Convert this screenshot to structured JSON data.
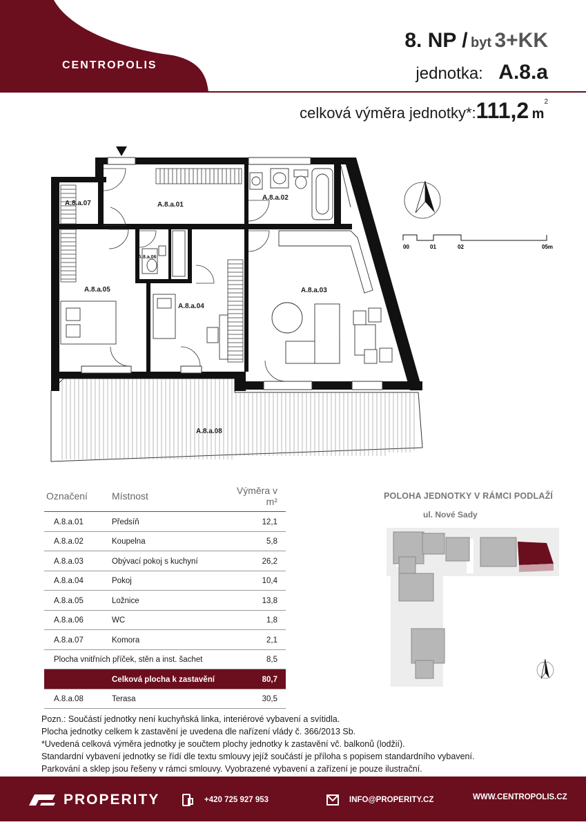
{
  "header": {
    "brand": "CENTROPOLIS",
    "floor": "8. NP /",
    "unit_type_prefix": "byt",
    "unit_type": "3+KK",
    "unit_label": "jednotka:",
    "unit_id": "A.8.a",
    "area_label": "celková výměra jednotky*:",
    "area_value": "111,2",
    "area_unit": "m",
    "area_sup": "2"
  },
  "colors": {
    "brand": "#6b0e1e",
    "accent_light": "#c9a0a6"
  },
  "plan": {
    "rooms": [
      {
        "id": "A.8.a.01"
      },
      {
        "id": "A.8.a.02"
      },
      {
        "id": "A.8.a.03"
      },
      {
        "id": "A.8.a.04"
      },
      {
        "id": "A.8.a.05"
      },
      {
        "id": "A.8.a.06"
      },
      {
        "id": "A.8.a.07"
      },
      {
        "id": "A.8.a.08"
      }
    ],
    "scale_ticks": [
      "00",
      "01",
      "02",
      "05m"
    ],
    "compass_icon": "north-arrow-icon",
    "entrance_icon": "entrance-triangle-icon"
  },
  "table": {
    "headers": [
      "Označení",
      "Místnost",
      "Výměra v m²"
    ],
    "rows": [
      {
        "code": "A.8.a.01",
        "room": "Předsíň",
        "area": "12,1"
      },
      {
        "code": "A.8.a.02",
        "room": "Koupelna",
        "area": "5,8"
      },
      {
        "code": "A.8.a.03",
        "room": "Obývací pokoj s kuchyní",
        "area": "26,2"
      },
      {
        "code": "A.8.a.04",
        "room": "Pokoj",
        "area": "10,4"
      },
      {
        "code": "A.8.a.05",
        "room": "Ložnice",
        "area": "13,8"
      },
      {
        "code": "A.8.a.06",
        "room": "WC",
        "area": "1,8"
      },
      {
        "code": "A.8.a.07",
        "room": "Komora",
        "area": "2,1"
      }
    ],
    "walls": {
      "label": "Plocha vnitřních příček, stěn a inst. šachet",
      "area": "8,5"
    },
    "total": {
      "label": "Celková plocha k zastavění",
      "area": "80,7"
    },
    "terrace": {
      "code": "A.8.a.08",
      "room": "Terasa",
      "area": "30,5"
    }
  },
  "site": {
    "title": "POLOHA JEDNOTKY V RÁMCI PODLAŽÍ",
    "street": "ul. Nové Sady"
  },
  "notes": [
    "Pozn.: Součástí jednotky není kuchyňská linka, interiérové vybavení a svítidla.",
    "Plocha jednotky celkem k zastavění je uvedena dle nařízení vlády č. 366/2013 Sb.",
    "*Uvedená celková výměra jednotky je součtem plochy jednotky k zastavění vč. balkonů (lodžií).",
    "Standardní vybavení jednotky se řídí dle textu smlouvy jejíž součástí je příloha s popisem standardního vybavení.",
    "Parkování a sklep jsou řešeny v rámci smlouvy. Vyobrazené vybavení a zařízení je pouze ilustrační."
  ],
  "footer": {
    "company": "PROPERITY",
    "phone": "+420 725 927 953",
    "email": "INFO@PROPERITY.CZ",
    "web": "WWW.CENTROPOLIS.CZ",
    "phone_icon": "phone-icon",
    "email_icon": "envelope-icon"
  }
}
